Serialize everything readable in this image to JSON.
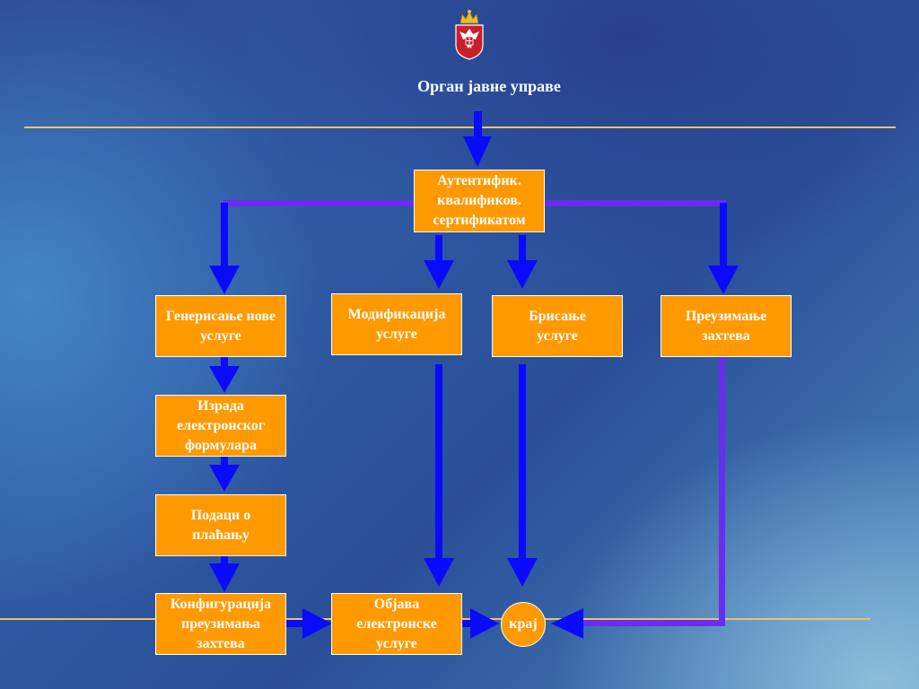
{
  "header": {
    "title": "Орган јавне управе",
    "emblem": "serbian-coat-of-arms"
  },
  "nodes": {
    "auth": "Аутентифик. квалификов. сертификатом",
    "generate": "Генерисање нове услуге",
    "modify": "Модификација услуге",
    "delete": "Брисање услуге",
    "take_requests": "Преузимање захтева",
    "create_form": "Израда електронског формулара",
    "payment": "Подаци о плаћању",
    "configure": "Конфигурација преузимања захтева",
    "publish": "Објава електронске услуге",
    "end": "крај"
  },
  "colors": {
    "box_fill": "#ff9900",
    "arrow": "#0a0aff",
    "connector": "#6a2cf0",
    "divider": "#e8c46a"
  }
}
